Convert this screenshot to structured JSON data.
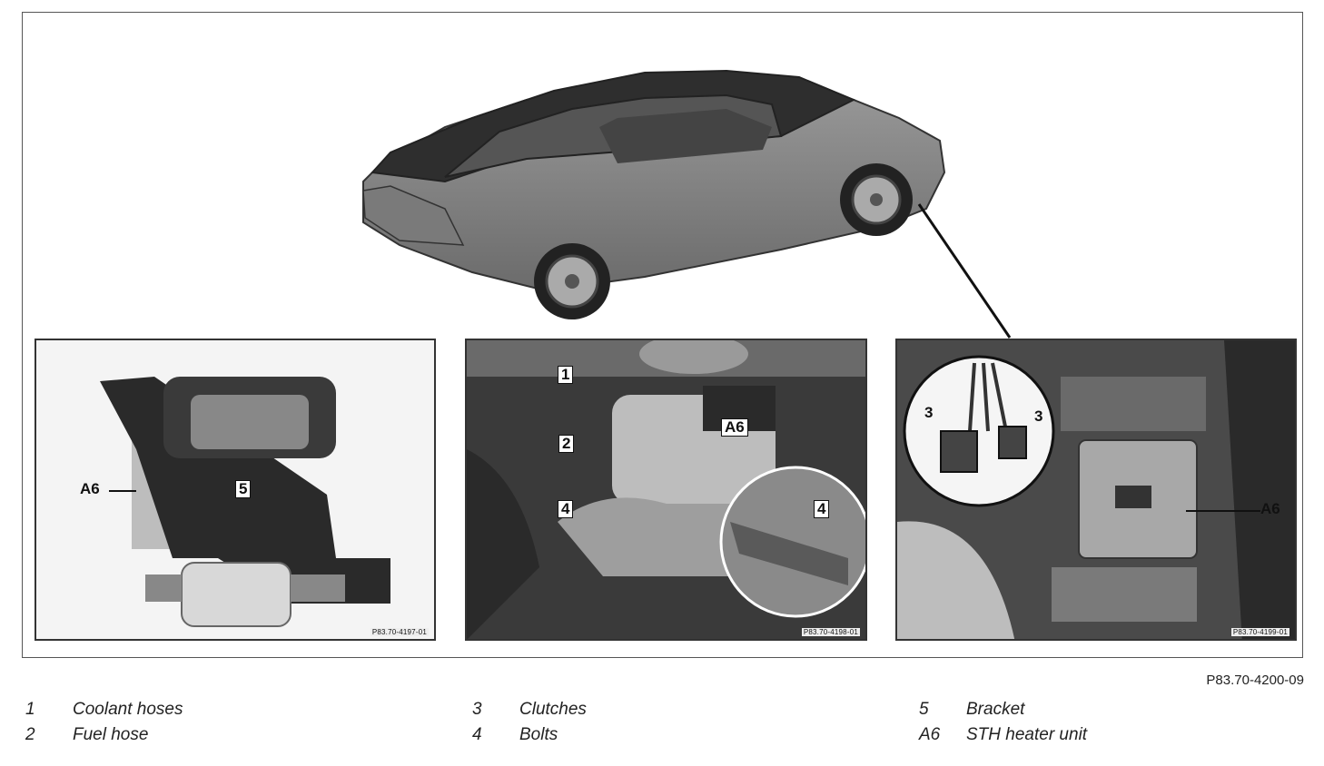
{
  "figure_ref": "P83.70-4200-09",
  "panels": [
    {
      "code": "P83.70-4197-01",
      "callouts": [
        "A6",
        "5"
      ]
    },
    {
      "code": "P83.70-4198-01",
      "callouts": [
        "1",
        "2",
        "A6",
        "4",
        "4"
      ]
    },
    {
      "code": "P83.70-4199-01",
      "callouts": [
        "3",
        "3",
        "A6"
      ]
    }
  ],
  "legend": [
    {
      "num": "1",
      "label": "Coolant hoses"
    },
    {
      "num": "2",
      "label": "Fuel hose"
    },
    {
      "num": "3",
      "label": "Clutches"
    },
    {
      "num": "4",
      "label": "Bolts"
    },
    {
      "num": "5",
      "label": "Bracket"
    },
    {
      "num": "A6",
      "label": "STH heater unit"
    }
  ]
}
